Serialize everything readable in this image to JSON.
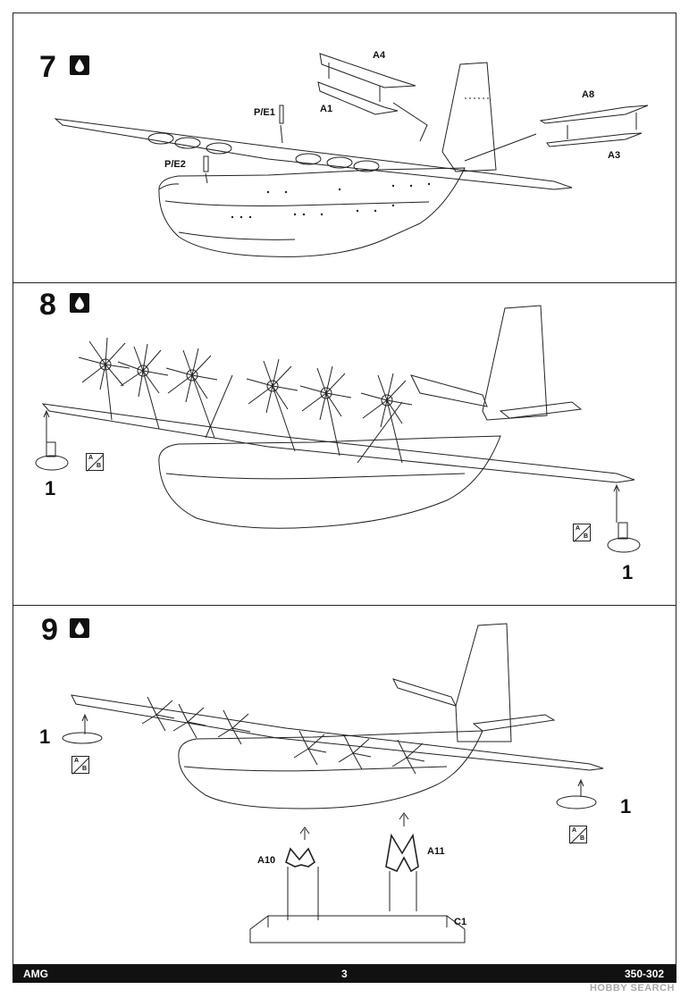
{
  "steps": [
    {
      "number": "7"
    },
    {
      "number": "8"
    },
    {
      "number": "9"
    }
  ],
  "step7": {
    "labels": {
      "a4": "A4",
      "a1": "A1",
      "a8": "A8",
      "a3": "A3",
      "pe1": "P/E1",
      "pe2": "P/E2"
    }
  },
  "step8": {
    "part_left": "1",
    "part_right": "1",
    "ab_a": "A",
    "ab_b": "B"
  },
  "step9": {
    "part_left": "1",
    "part_right": "1",
    "labels": {
      "a10": "A10",
      "a11": "A11",
      "c1": "C1"
    },
    "ab_a": "A",
    "ab_b": "B"
  },
  "footer": {
    "brand": "AMG",
    "page": "3",
    "code": "350-302"
  },
  "watermark": "HOBBY SEARCH"
}
